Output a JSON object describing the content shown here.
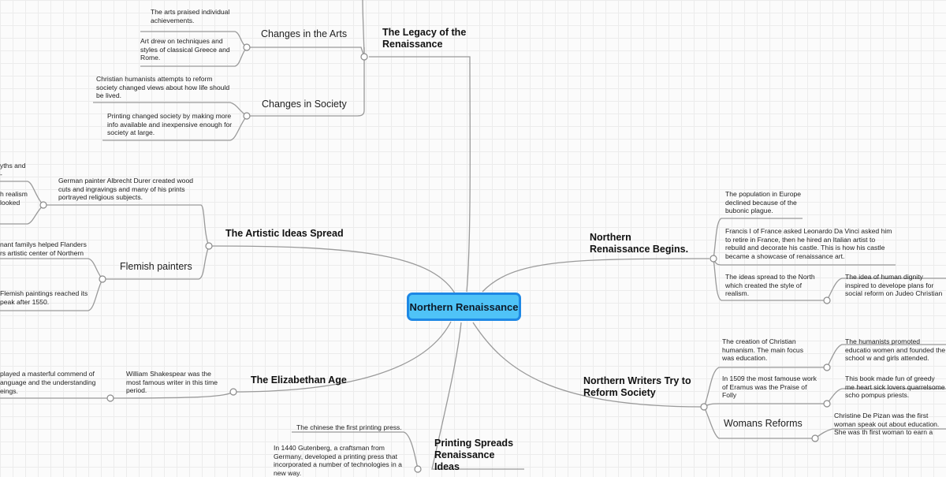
{
  "root": {
    "label": "Northern Renaissance"
  },
  "legacy": {
    "title": "The Legacy of the Renaissance",
    "arts": {
      "label": "Changes in the Arts",
      "notes": [
        "The arts praised individual achievements.",
        "Art drew on techniques and styles of classical Greece and Rome."
      ]
    },
    "society": {
      "label": "Changes in Society",
      "notes": [
        "Christian humanists attempts to reform society changed views about how life should be lived.",
        "Printing changed society by making more info available and inexpensive enough for society at large."
      ]
    }
  },
  "artistic": {
    "title": "The Artistic Ideas Spread",
    "durer": "German painter Albrecht Durer created wood cuts and ingravings and many of his prints portrayed religious subjects.",
    "partials": [
      "yths and",
      "-",
      "h realism",
      "looked"
    ],
    "flemish": {
      "label": "Flemish painters",
      "notes": [
        "nant familys helped Flanders",
        "rs artistic center of Northern",
        "Flemish paintings reached its",
        "peak after 1550."
      ]
    }
  },
  "elizabethan": {
    "title": "The Elizabethan Age",
    "shakespeare": "William Shakespear was the most famous writer in this time period.",
    "partials": [
      "played a masterful commend of",
      "anguage and the understanding",
      "eings."
    ]
  },
  "printing": {
    "title": "Printing Spreads Renaissance Ideas",
    "notes": [
      "The chinese the first printing press.",
      "In 1440 Gutenberg, a craftsman from Germany, developed a printing press that incorporated a number of technologies in a new way."
    ]
  },
  "northern_begins": {
    "title": "Northern Renaissance Begins.",
    "notes": [
      "The population in Europe declined because of the bubonic plague.",
      "Francis I of France asked Leonardo Da Vinci asked him to retire in France, then he hired an Italian artist to rebuild and decorate his castle. This is how his castle became a showcase of renaissance art.",
      "The ideas spread to the North which created the style of realism.",
      "The idea of human dignity inspired to develope plans for social reform on Judeo Christian beliefs."
    ]
  },
  "writers": {
    "title": "Northern Writers Try to Reform Society",
    "notes": [
      "The creation of Christian humanism. The main focus was education.",
      "The humanists promoted educatio women and founded the school w and girls attended.",
      "In 1509 the most famouse work of Eramus was the Praise of Folly",
      "This book made fun of greedy me heart sick lovers quarrelsome scho pompus priests."
    ],
    "womans": {
      "label": "Womans Reforms",
      "note": "Christine De Pizan was the first woman speak out about education. She was th first woman to earn a living as a writer."
    }
  }
}
